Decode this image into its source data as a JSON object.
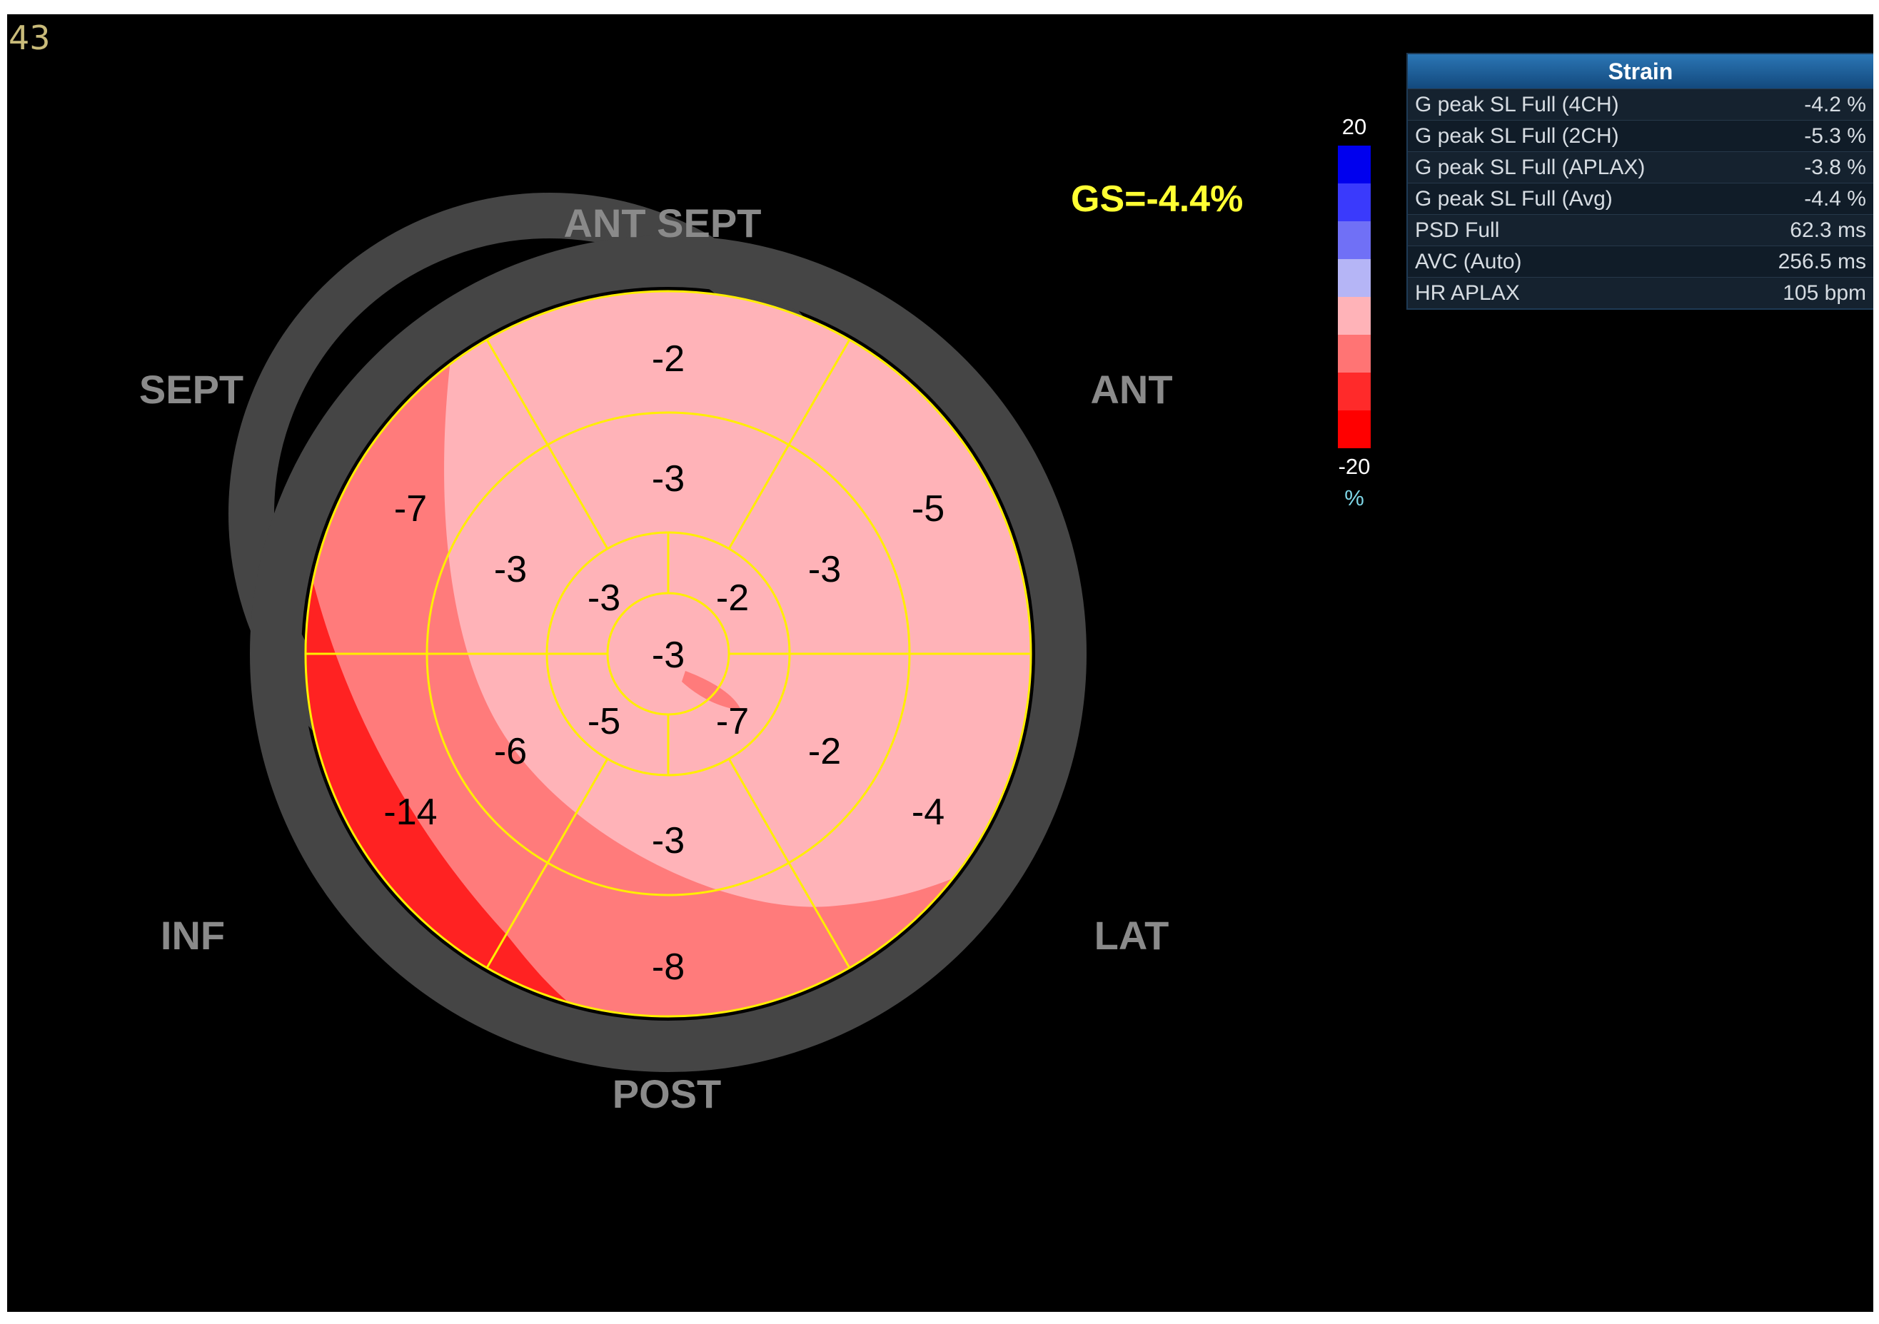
{
  "frame_number": "43",
  "global_strain_label": "GS=-4.4%",
  "orientation_labels": {
    "ant_sept": "ANT SEPT",
    "sept": "SEPT",
    "ant": "ANT",
    "inf": "INF",
    "lat": "LAT",
    "post": "POST"
  },
  "segments": {
    "basal": [
      "-2",
      "-5",
      "-4",
      "-8",
      "-14",
      "-7"
    ],
    "mid": [
      "-3",
      "-3",
      "-2",
      "-3",
      "-6",
      "-3"
    ],
    "apical": [
      "-2",
      "-7",
      "-5",
      "-3"
    ],
    "apex": "-3"
  },
  "color_scale": {
    "max_label": "20",
    "min_label": "-20",
    "unit": "%",
    "steps": [
      "#0000ee",
      "#3a3afc",
      "#7070f6",
      "#b5b5f6",
      "#ffb3b8",
      "#ff7474",
      "#ff2a2a",
      "#ff0000"
    ]
  },
  "colors": {
    "fill_light": "#ffb3b8",
    "fill_mid": "#ff7b7b",
    "fill_dark": "#ff2222",
    "grid": "#ffee00",
    "ring": "#454545",
    "label_gray": "#8a8a8a",
    "gs_yellow": "#ffff33"
  },
  "strain_table": {
    "title": "Strain",
    "rows": [
      {
        "label": "G peak SL Full (4CH)",
        "value": "-4.2 %"
      },
      {
        "label": "G peak SL Full (2CH)",
        "value": "-5.3 %"
      },
      {
        "label": "G peak SL Full (APLAX)",
        "value": "-3.8 %"
      },
      {
        "label": "G peak SL Full (Avg)",
        "value": "-4.4 %"
      },
      {
        "label": "PSD Full",
        "value": "62.3 ms"
      },
      {
        "label": "AVC (Auto)",
        "value": "256.5 ms"
      },
      {
        "label": "HR APLAX",
        "value": "105 bpm"
      }
    ]
  }
}
